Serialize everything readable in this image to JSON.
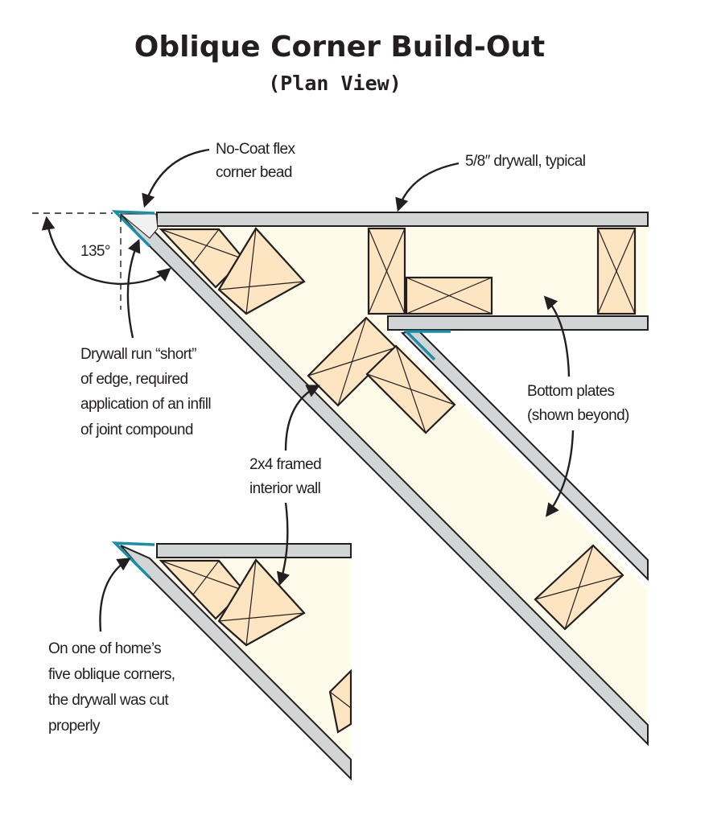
{
  "title": "Oblique Corner Build-Out",
  "subtitle": "(Plan View)",
  "labels": {
    "corner_bead": [
      "No-Coat flex",
      "corner bead"
    ],
    "drywall": "5/8″ drywall, typical",
    "angle": "135°",
    "drywall_short": [
      "Drywall run “short”",
      "of edge, required",
      "application of an infill",
      "of joint compound"
    ],
    "framed_wall": [
      "2x4 framed",
      "interior wall"
    ],
    "bottom_plates": [
      "Bottom plates",
      "(shown beyond)"
    ],
    "inset_note": [
      "On one of home’s",
      "five oblique corners,",
      "the drywall was cut",
      "properly"
    ]
  },
  "colors": {
    "drywall": "#d2d5d6",
    "wood": "#fde5c2",
    "cavity": "#fffbea",
    "bead": "#1b8fa6"
  }
}
